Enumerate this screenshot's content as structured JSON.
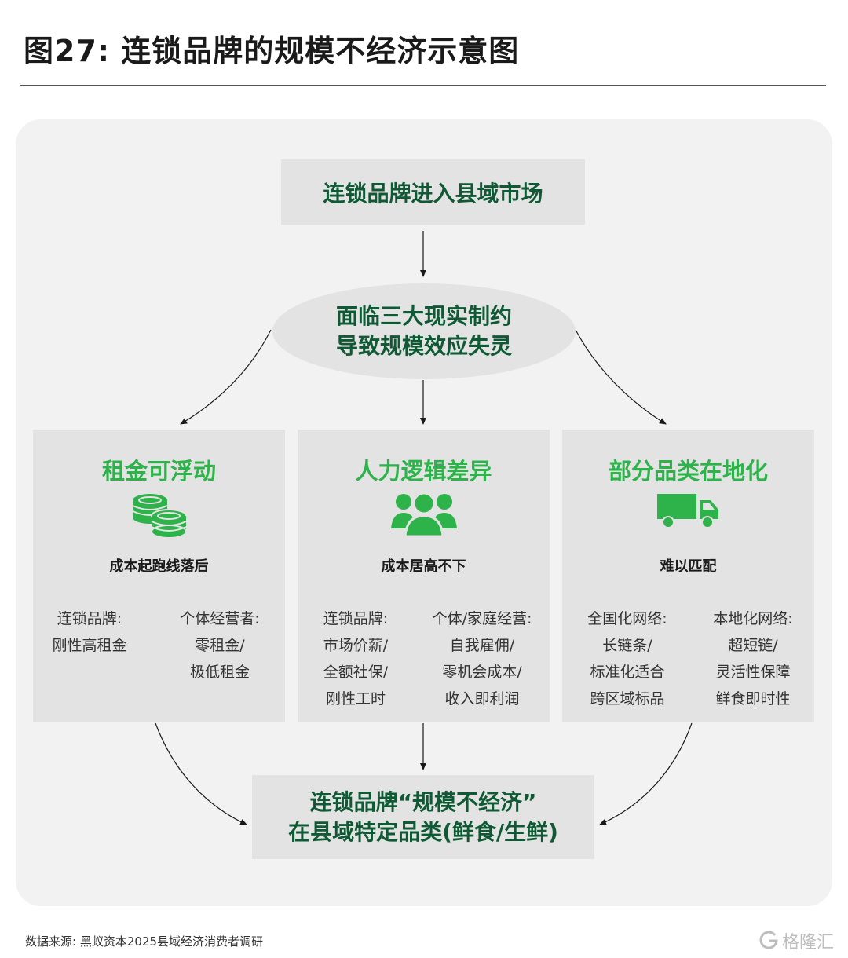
{
  "title": "图27: 连锁品牌的规模不经济示意图",
  "top_box": "连锁品牌进入县域市场",
  "ellipse": {
    "line1": "面临三大现实制约",
    "line2": "导致规模效应失灵"
  },
  "columns": [
    {
      "title": "租金可浮动",
      "icon": "coins-icon",
      "subtitle": "成本起跑线落后",
      "left": [
        "连锁品牌:",
        "刚性高租金"
      ],
      "right": [
        "个体经营者:",
        "零租金/",
        "极低租金"
      ]
    },
    {
      "title": "人力逻辑差异",
      "icon": "people-icon",
      "subtitle": "成本居高不下",
      "left": [
        "连锁品牌:",
        "市场价薪/",
        "全额社保/",
        "刚性工时"
      ],
      "right": [
        "个体/家庭经营:",
        "自我雇佣/",
        "零机会成本/",
        "收入即利润"
      ]
    },
    {
      "title": "部分品类在地化",
      "icon": "truck-icon",
      "subtitle": "难以匹配",
      "left": [
        "全国化网络:",
        "长链条/",
        "标准化适合",
        "跨区域标品"
      ],
      "right": [
        "本地化网络:",
        "超短链/",
        "灵活性保障",
        "鲜食即时性"
      ]
    }
  ],
  "bottom_box": {
    "line1": "连锁品牌“规模不经济”",
    "line2": "在县域特定品类(鲜食/生鲜)"
  },
  "source": "数据来源: 黑蚁资本2025县域经济消费者调研",
  "watermark": "格隆汇",
  "colors": {
    "dark_green": "#0f5a34",
    "accent_green": "#2db34a",
    "box_gray": "#e3e3e3",
    "panel_gray": "#f2f2f2"
  }
}
